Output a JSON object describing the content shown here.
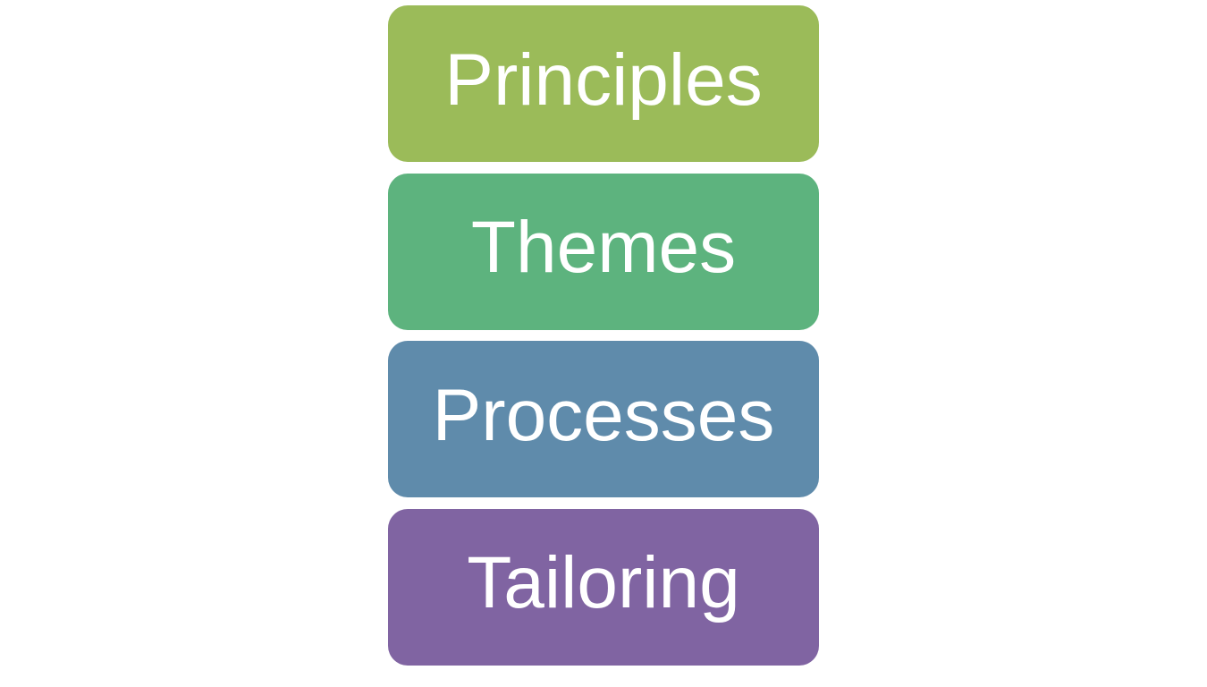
{
  "diagram": {
    "type": "stacked-blocks",
    "blocks": [
      {
        "label": "Principles",
        "color": "#9BBB59"
      },
      {
        "label": "Themes",
        "color": "#5DB37E"
      },
      {
        "label": "Processes",
        "color": "#5F8BAB"
      },
      {
        "label": "Tailoring",
        "color": "#8064A2"
      }
    ]
  }
}
